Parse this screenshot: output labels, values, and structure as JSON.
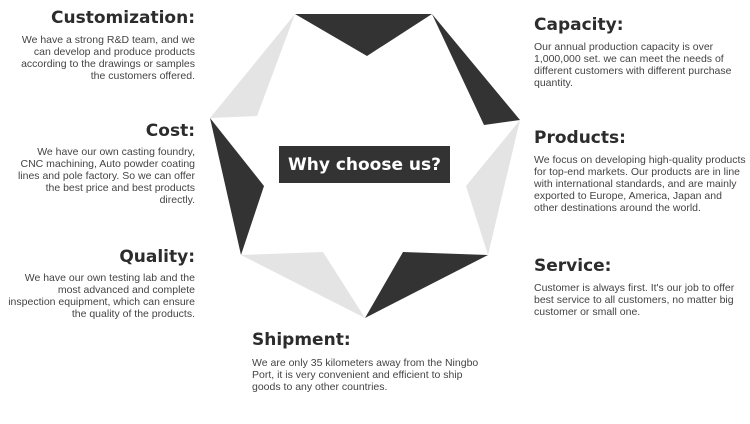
{
  "colors": {
    "dark": "#333333",
    "light": "#e4e4e4",
    "heading": "#2c2c2c",
    "text": "#444444"
  },
  "center": {
    "title": "Why choose us?"
  },
  "blocks": {
    "customization": {
      "title": "Customization:",
      "text": "We have a strong R&D team, and we can develop and produce products according to the drawings or samples the customers offered."
    },
    "cost": {
      "title": "Cost:",
      "text": "We have our own casting foundry, CNC machining, Auto powder coating lines and pole factory. So we can offer the best price and best products directly."
    },
    "quality": {
      "title": "Quality:",
      "text": "We have our own testing lab and the most advanced and complete inspection equipment, which can ensure the quality of the products."
    },
    "capacity": {
      "title": "Capacity:",
      "text": "Our annual production capacity is over 1,000,000 set. we can meet the needs of different customers with different purchase quantity."
    },
    "products": {
      "title": "Products:",
      "text": "We focus on developing high-quality products for top-end markets. Our products are in line with international standards, and are mainly exported to Europe, America, Japan and other destinations around the world."
    },
    "service": {
      "title": "Service:",
      "text": "Customer is always first. It's our job to offer best service to all customers, no matter big customer or small one."
    },
    "shipment": {
      "title": "Shipment:",
      "text": "We are only 35 kilometers away from the Ningbo Port, it is very convenient and efficient to ship goods to any other countries."
    }
  }
}
